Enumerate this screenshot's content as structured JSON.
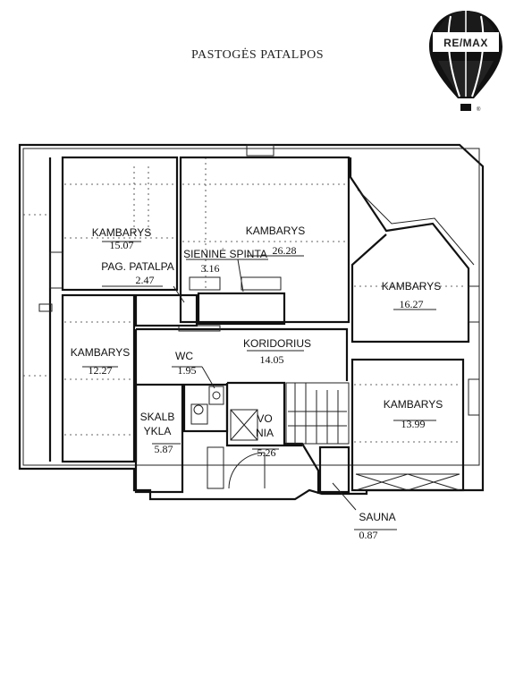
{
  "title": "PASTOGĖS PATALPOS",
  "logo": {
    "text": "RE/MAX",
    "mark": "®",
    "icon": "hot-air-balloon-icon"
  },
  "rooms": [
    {
      "name": "KAMBARYS",
      "area": "15.07"
    },
    {
      "name": "KAMBARYS",
      "area": "26.28"
    },
    {
      "name": "SIENINĖ SPINTA",
      "area": "3.16"
    },
    {
      "name": "PAG. PATALPA",
      "area": "2.47"
    },
    {
      "name": "KAMBARYS",
      "area": "16.27"
    },
    {
      "name": "KAMBARYS",
      "area": "12.27"
    },
    {
      "name": "KORIDORIUS",
      "area": "14.05"
    },
    {
      "name": "WC",
      "area": "1.95"
    },
    {
      "name": "KAMBARYS",
      "area": "13.99"
    },
    {
      "name_lines": [
        "SKALB",
        "YKLA"
      ],
      "area": "5.87"
    },
    {
      "name_lines": [
        "VO",
        "NIA"
      ],
      "area": "5.26"
    },
    {
      "name": "SAUNA",
      "area": "0.87"
    }
  ]
}
